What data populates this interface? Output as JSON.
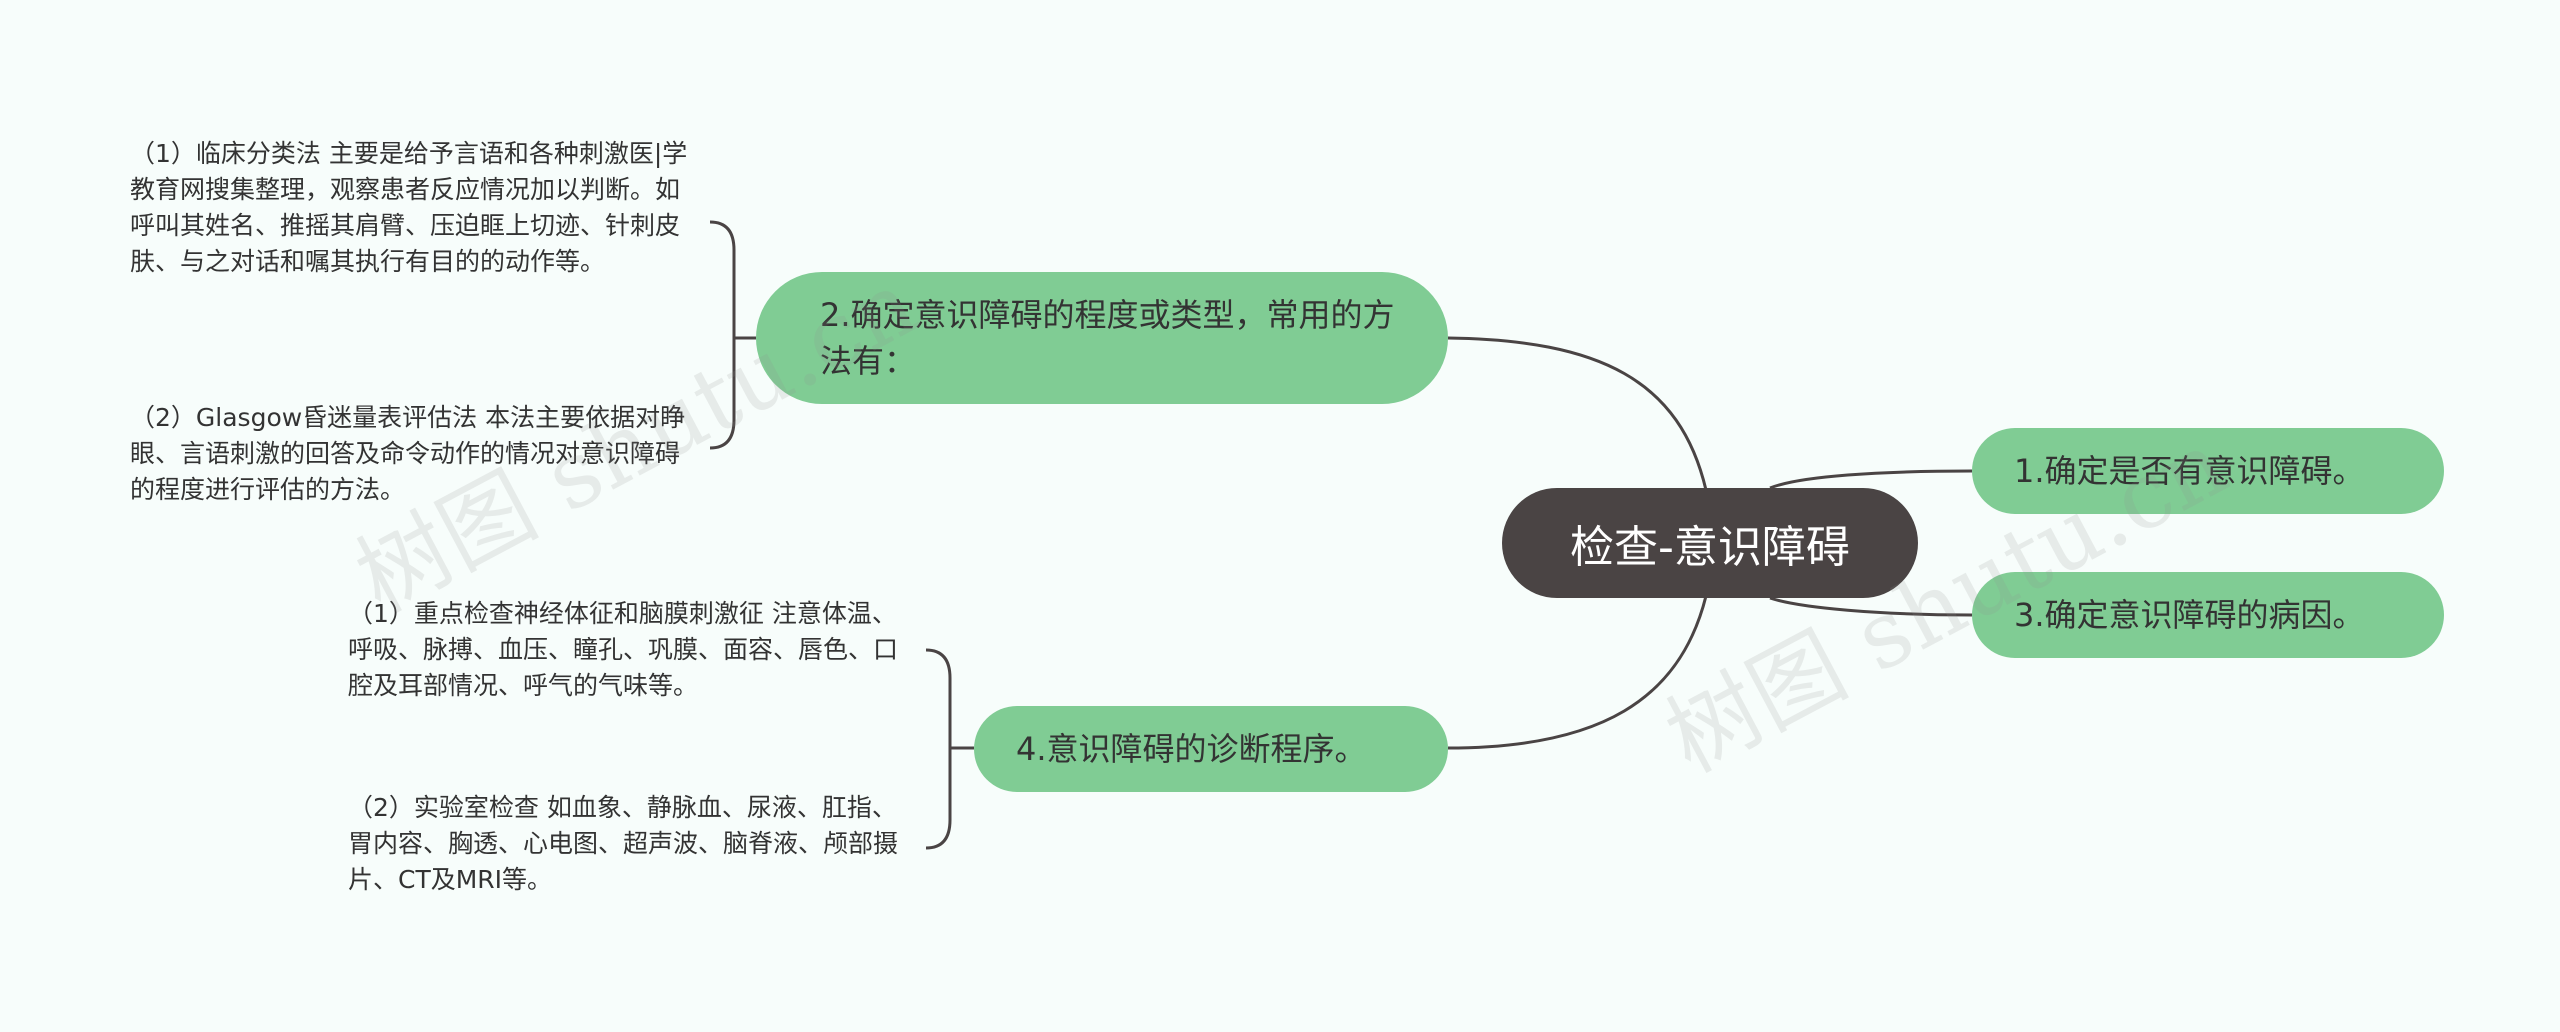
{
  "root": {
    "label": "检查-意识障碍"
  },
  "branches": [
    {
      "label": "1.确定是否有意识障碍。"
    },
    {
      "label": "2.确定意识障碍的程度或类型，常用的方法有："
    },
    {
      "label": "3.确定意识障碍的病因。"
    },
    {
      "label": "4.意识障碍的诊断程序。"
    }
  ],
  "leaves": {
    "b2_1": "（1）临床分类法 主要是给予言语和各种刺激医|学教育网搜集整理，观察患者反应情况加以判断。如呼叫其姓名、推摇其肩臂、压迫眶上切迹、针刺皮肤、与之对话和嘱其执行有目的的动作等。",
    "b2_2": "（2）Glasgow昏迷量表评估法 本法主要依据对睁眼、言语刺激的回答及命令动作的情况对意识障碍的程度进行评估的方法。",
    "b4_1": "（1）重点检查神经体征和脑膜刺激征 注意体温、呼吸、脉搏、血压、瞳孔、巩膜、面容、唇色、口腔及耳部情况、呼气的气味等。",
    "b4_2": "（2）实验室检查 如血象、静脉血、尿液、肛指、胃内容、胸透、心电图、超声波、脑脊液、颅部摄片、CT及MRI等。"
  },
  "watermark": "树图 shutu.cn",
  "colors": {
    "root": "#4a4444",
    "branch": "#80cc94",
    "line": "#4a4444",
    "background": "#f7fdfb"
  }
}
